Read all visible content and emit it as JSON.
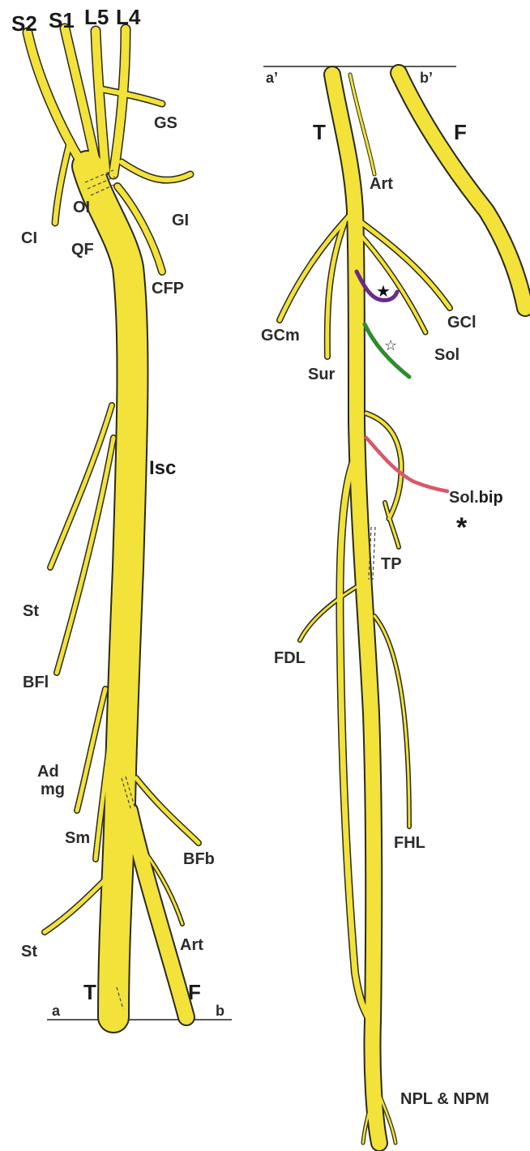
{
  "colors": {
    "nerve": "#f2e23a",
    "outline": "#2a2a1a",
    "star_filled_branch": "#6a2a8a",
    "star_open_branch": "#2e8b2e",
    "soleus_bipennate_branch": "#d8586a"
  },
  "left_panel": {
    "roots": [
      "S2",
      "S1",
      "L5",
      "L4"
    ],
    "labels": {
      "gs": "GS",
      "gi": "GI",
      "ci": "CI",
      "oi": "OI",
      "qf": "QF",
      "cfp": "CFP",
      "isc": "Isc",
      "st_upper": "St",
      "bfl": "BFl",
      "ad": "Ad",
      "mg": "mg",
      "sm": "Sm",
      "bfb": "BFb",
      "st_lower": "St",
      "art": "Art",
      "t": "T",
      "f": "F"
    },
    "cut_line": {
      "left": "a",
      "right": "b"
    }
  },
  "right_panel": {
    "cut_line": {
      "left": "a’",
      "right": "b’"
    },
    "labels": {
      "t": "T",
      "f": "F",
      "art": "Art",
      "gcm": "GCm",
      "gcl": "GCl",
      "sur": "Sur",
      "sol": "Sol",
      "sol_bip_plain": "Sol.",
      "sol_bip_bold": "bip",
      "asterisk": "*",
      "tp": "TP",
      "fdl": "FDL",
      "fhl": "FHL",
      "npl_npm": "NPL & NPM"
    },
    "symbols": {
      "filled_star": "★",
      "open_star": "☆"
    }
  }
}
